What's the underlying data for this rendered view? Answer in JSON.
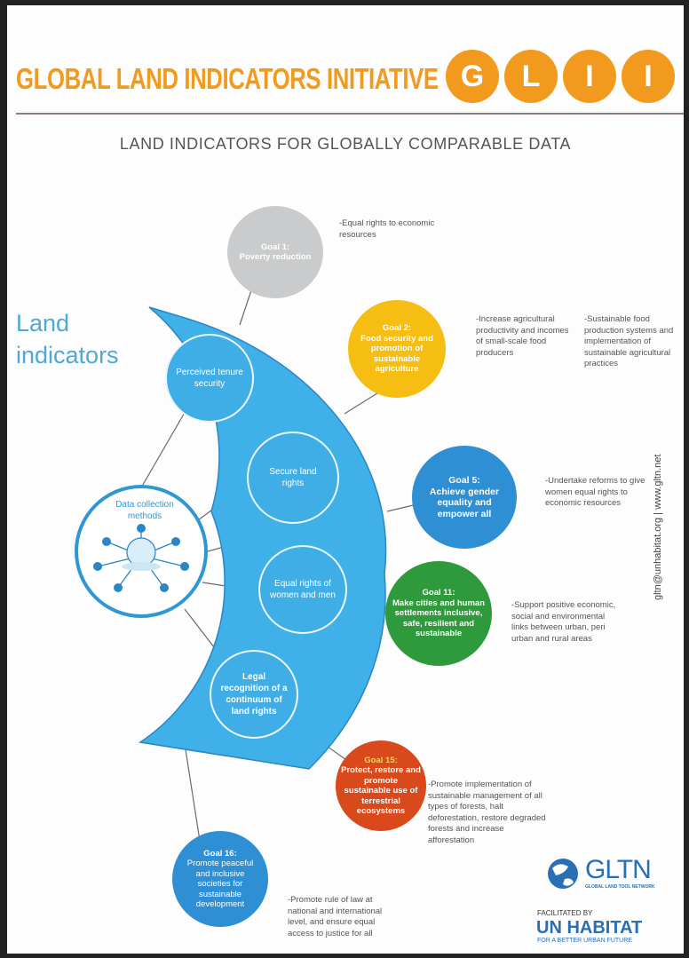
{
  "header": {
    "title": "GLOBAL LAND INDICATORS INITIATIVE",
    "logo_letters": [
      "G",
      "L",
      "I",
      "I"
    ],
    "subtitle": "LAND INDICATORS FOR GLOBALLY COMPARABLE DATA"
  },
  "land_indicators_label": [
    "Land",
    "indicators"
  ],
  "data_collection": {
    "label": "Data collection methods"
  },
  "indicators": [
    {
      "label": "Perceived tenure security"
    },
    {
      "label": "Secure land rights"
    },
    {
      "label": "Equal rights of women and men"
    },
    {
      "label": "Legal recognition of a continuum of land rights"
    }
  ],
  "goals": [
    {
      "title": "Goal 1:",
      "text": "Poverty reduction",
      "color": "#c9cbcc"
    },
    {
      "title": "Goal 2:",
      "text": "Food security and promotion of sustainable agriculture",
      "color": "#f6bd12"
    },
    {
      "title": "Goal 5:",
      "text": "Achieve gender equality and empower all",
      "color": "#2e8fd4"
    },
    {
      "title": "Goal 11:",
      "text": "Make cities and human settlements inclusive, safe, resilient and sustainable",
      "color": "#2f9a3b"
    },
    {
      "title": "Goal 15:",
      "text": "Protect, restore and promote sustainable use of terrestrial ecosystems",
      "color": "#d8491c"
    },
    {
      "title": "Goal 16:",
      "text": "Promote peaceful and inclusive societies for sustainable development",
      "color": "#2e8fd4"
    }
  ],
  "descriptions": {
    "goal1": "-Equal rights to economic resources",
    "goal2a": "-Increase agricultural productivity and incomes of small-scale food producers",
    "goal2b": "-Sustainable food production systems and implementation of sustainable agricultural practices",
    "goal5": "-Undertake reforms to give women equal rights to economic resources",
    "goal11": "-Support positive economic, social and environmental links between urban, peri urban and rural areas",
    "goal15": "-Promote implementation of sustainable management of all types of forests, halt deforestation, restore degraded forests and increase afforestation",
    "goal16": "-Promote rule of law at national and international level, and ensure equal access to justice for all"
  },
  "side_text": "gltn@unhabitat.org | www.gltn.net",
  "footer": {
    "gltn": "GLTN",
    "gltn_sub": "GLOBAL LAND TOOL NETWORK",
    "facilitated": "FACILITATED BY",
    "unhabitat": "UN HABITAT",
    "unhabitat_sub": "FOR A BETTER URBAN FUTURE"
  },
  "colors": {
    "orange": "#f29a1e",
    "arc_blue": "#3fb0e8",
    "dark_blue": "#2f98d3"
  }
}
